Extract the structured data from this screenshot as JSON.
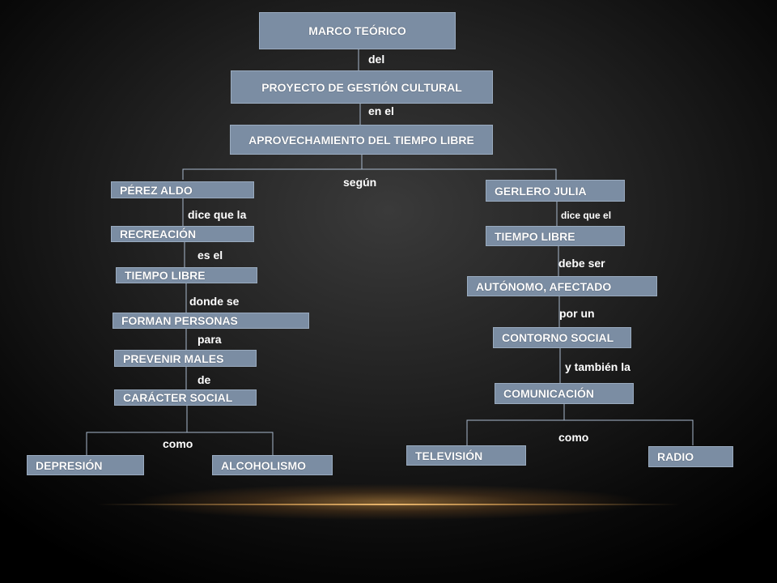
{
  "diagram": {
    "nodes": {
      "marco": "MARCO TEÓRICO",
      "proyecto": "PROYECTO DE GESTIÓN CULTURAL",
      "aprovechamiento": "APROVECHAMIENTO DEL TIEMPO LIBRE",
      "perez": "PÉREZ ALDO",
      "recreacion": "RECREACIÓN",
      "tiempo_libre_left": "TIEMPO LIBRE",
      "forman": "FORMAN PERSONAS",
      "prevenir": "PREVENIR MALES",
      "caracter": "CARÁCTER SOCIAL",
      "depresion": "DEPRESIÓN",
      "alcoholismo": "ALCOHOLISMO",
      "gerlero": "GERLERO JULIA",
      "tiempo_libre_right": "TIEMPO LIBRE",
      "autonomo": "AUTÓNOMO, AFECTADO",
      "contorno": "CONTORNO SOCIAL",
      "comunicacion": "COMUNICACIÓN",
      "television": "TELEVISIÓN",
      "radio": "RADIO"
    },
    "labels": {
      "del": "del",
      "en_el": "en el",
      "segun": "según",
      "dice_que_la": "dice que la",
      "es_el": "es el",
      "donde_se": "donde se",
      "para": "para",
      "de": "de",
      "como_left": "como",
      "dice_que_el": "dice que el",
      "debe_ser": "debe ser",
      "por_un": "por un",
      "y_tambien_la": "y también la",
      "como_right": "como"
    }
  },
  "colors": {
    "node_fill": "#7b8da3",
    "node_border": "#9aabbf",
    "connector": "#a8b8cc",
    "text": "#ffffff",
    "glow": "#e0a860"
  }
}
